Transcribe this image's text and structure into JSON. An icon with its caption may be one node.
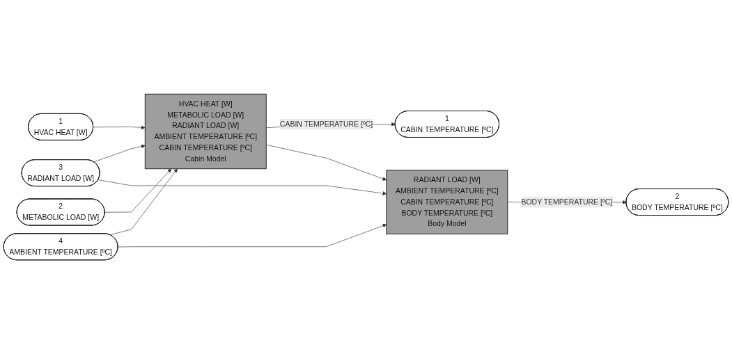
{
  "diagram": {
    "nodes": [
      {
        "text": [
          "1",
          "HVAC HEAT [W]"
        ]
      },
      {
        "text": [
          "2",
          "METABOLIC LOAD [W]"
        ]
      },
      {
        "text": [
          "3",
          "RADIANT LOAD [W]"
        ]
      },
      {
        "text": [
          "4",
          "AMBIENT TEMPERATURE [ºC]"
        ]
      },
      {
        "text": [
          "HVAC HEAT [W]",
          "METABOLIC LOAD [W]",
          "RADIANT LOAD [W]",
          "AMBIENT TEMPERATURE [ºC]",
          "CABIN TEMPERATURE [ºC]",
          "Cabin Model"
        ]
      },
      {
        "text": [
          "RADIANT LOAD [W]",
          "AMBIENT TEMPERATURE [ºC]",
          "CABIN TEMPERATURE [ºC]",
          "BODY TEMPERATURE [ºC]",
          "Body Model"
        ]
      },
      {
        "text": [
          "1",
          "CABIN TEMPERATURE [ºC]"
        ]
      },
      {
        "text": [
          "2",
          "BODY TEMPERATURE [ºC]"
        ]
      }
    ],
    "edges": [
      {
        "from": 0,
        "to": 4,
        "arrow": "to"
      },
      {
        "from": 1,
        "to": 4,
        "arrow": "to"
      },
      {
        "from": 2,
        "to": 4,
        "arrow": "to"
      },
      {
        "from": 3,
        "to": 4,
        "arrow": "to"
      },
      {
        "from": 2,
        "to": 5,
        "arrow": "to"
      },
      {
        "from": 3,
        "to": 5,
        "arrow": "to"
      },
      {
        "from": 4,
        "to": 6,
        "arrow": "to",
        "label": "CABIN TEMPERATURE [ºC]"
      },
      {
        "from": 4,
        "to": 5,
        "arrow": "to"
      },
      {
        "from": 5,
        "to": 7,
        "arrow": "to",
        "label": "BODY TEMPERATURE [ºC]"
      }
    ]
  }
}
